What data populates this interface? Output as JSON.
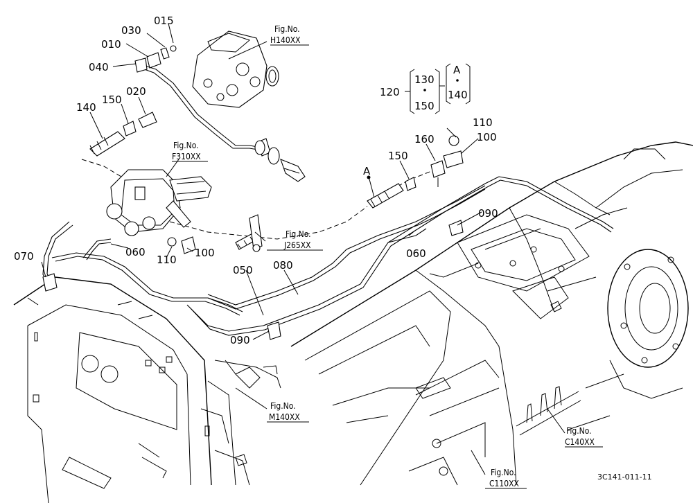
{
  "diagram": {
    "part_callouts": [
      {
        "id": "015",
        "text": "015"
      },
      {
        "id": "030",
        "text": "030"
      },
      {
        "id": "010",
        "text": "010"
      },
      {
        "id": "040",
        "text": "040"
      },
      {
        "id": "140a",
        "text": "140"
      },
      {
        "id": "150a",
        "text": "150"
      },
      {
        "id": "020",
        "text": "020"
      },
      {
        "id": "120",
        "text": "120"
      },
      {
        "id": "130",
        "text": "130"
      },
      {
        "id": "150b",
        "text": "150"
      },
      {
        "id": "A1",
        "text": "A"
      },
      {
        "id": "140b",
        "text": "140"
      },
      {
        "id": "110a",
        "text": "110"
      },
      {
        "id": "100a",
        "text": "100"
      },
      {
        "id": "160",
        "text": "160"
      },
      {
        "id": "150c",
        "text": "150"
      },
      {
        "id": "A2",
        "text": "A"
      },
      {
        "id": "090a",
        "text": "090"
      },
      {
        "id": "060a",
        "text": "060"
      },
      {
        "id": "070",
        "text": "070"
      },
      {
        "id": "060b",
        "text": "060"
      },
      {
        "id": "100b",
        "text": "100"
      },
      {
        "id": "110b",
        "text": "110"
      },
      {
        "id": "050",
        "text": "050"
      },
      {
        "id": "080",
        "text": "080"
      },
      {
        "id": "090b",
        "text": "090"
      }
    ],
    "fig_refs": [
      {
        "id": "h140",
        "head": "Fig.No.",
        "code": "H140XX"
      },
      {
        "id": "f310",
        "head": "Fig.No.",
        "code": "F310XX"
      },
      {
        "id": "j265",
        "head": "Fig.No.",
        "code": "J265XX"
      },
      {
        "id": "m140",
        "head": "Fig.No.",
        "code": "M140XX"
      },
      {
        "id": "c140",
        "head": "Fig.No.",
        "code": "C140XX"
      },
      {
        "id": "c110",
        "head": "Fig.No.",
        "code": "C110XX"
      }
    ],
    "drawing_code": "3C141-011-11"
  }
}
